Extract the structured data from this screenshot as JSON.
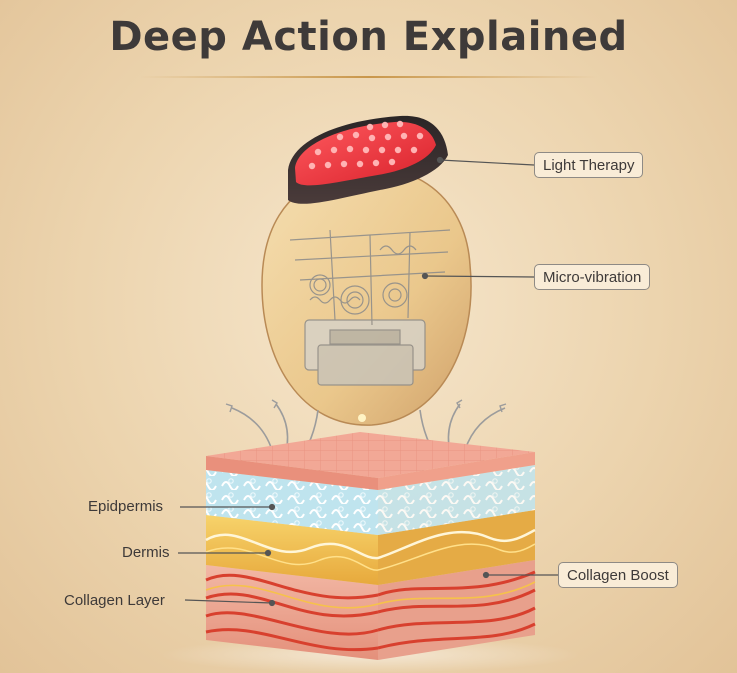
{
  "title": "Deep Action Explained",
  "callouts": {
    "light_therapy": "Light Therapy",
    "micro_vibration": "Micro-vibration",
    "collagen_boost": "Collagen Boost"
  },
  "layers": {
    "epidermis": "Epidpermis",
    "dermis": "Dermis",
    "collagen_layer": "Collagen Layer"
  },
  "colors": {
    "title": "#3e3a39",
    "accent": "#c9974b",
    "led": "#ff2f3a",
    "skin_top": "#f1a493",
    "epidermis_blue": "#b9e1ec",
    "dermis_gold": "#f3c156",
    "collagen_red": "#d8402e"
  }
}
